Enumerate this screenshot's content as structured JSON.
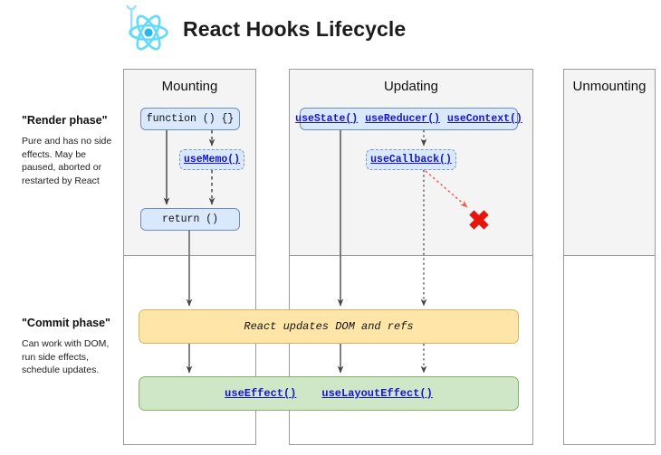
{
  "header": {
    "title": "React Hooks Lifecycle",
    "logo_icon": "react-atom-hook-icon",
    "logo_color": "#61dafb"
  },
  "phases": [
    {
      "id": "render",
      "title": "\"Render phase\"",
      "description": "Pure and has no side effects. May be paused, aborted or restarted by React"
    },
    {
      "id": "commit",
      "title": "\"Commit phase\"",
      "description": "Can work with DOM, run side effects, schedule updates."
    }
  ],
  "columns": [
    {
      "id": "mounting",
      "label": "Mounting"
    },
    {
      "id": "updating",
      "label": "Updating"
    },
    {
      "id": "unmounting",
      "label": "Unmounting"
    }
  ],
  "nodes": {
    "function": "function () {}",
    "usememo": "useMemo()",
    "return": "return ()",
    "usestate": "useState()",
    "usereducer": "useReducer()",
    "usecontext": "useContext()",
    "usecallback": "useCallback()"
  },
  "bands": {
    "dom_update": "React updates DOM and refs",
    "effects": {
      "useeffect": "useEffect()",
      "uselayouteffect": "useLayoutEffect()"
    }
  },
  "markers": {
    "blocked_icon": "red-x-icon",
    "blocked_color": "#e8140c"
  },
  "colors": {
    "node_fill": "#dae8fc",
    "node_border": "#6c8ebf",
    "link_text": "#1414d2",
    "dom_band_fill": "#ffe6a8",
    "dom_band_border": "#d6b656",
    "effects_band_fill": "#cfe7c6",
    "effects_band_border": "#82b366",
    "render_shade": "#f4f4f4",
    "column_border": "#9a9a9a"
  }
}
